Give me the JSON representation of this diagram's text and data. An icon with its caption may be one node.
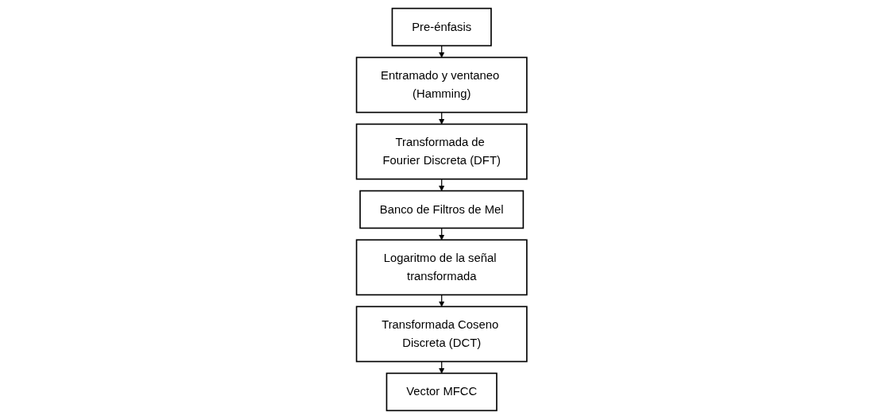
{
  "diagram": {
    "nodes": [
      {
        "text": [
          "Pre-énfasis"
        ]
      },
      {
        "text": [
          "Entramado y ventaneo (Hamming)"
        ]
      },
      {
        "text": [
          "Transformada de Fourier Discreta (DFT)"
        ]
      },
      {
        "text": [
          "Banco de Filtros de Mel"
        ]
      },
      {
        "text": [
          "Logaritmo de la señal transformada"
        ]
      },
      {
        "text": [
          "Transformada Coseno Discreta (DCT)"
        ]
      },
      {
        "text": [
          "Vector MFCC"
        ]
      }
    ],
    "edges": [
      {
        "from": 0,
        "to": 1,
        "arrow": "to"
      },
      {
        "from": 1,
        "to": 2,
        "arrow": "to"
      },
      {
        "from": 2,
        "to": 3,
        "arrow": "to"
      },
      {
        "from": 3,
        "to": 4,
        "arrow": "to"
      },
      {
        "from": 4,
        "to": 5,
        "arrow": "to"
      },
      {
        "from": 5,
        "to": 6,
        "arrow": "to"
      }
    ]
  }
}
